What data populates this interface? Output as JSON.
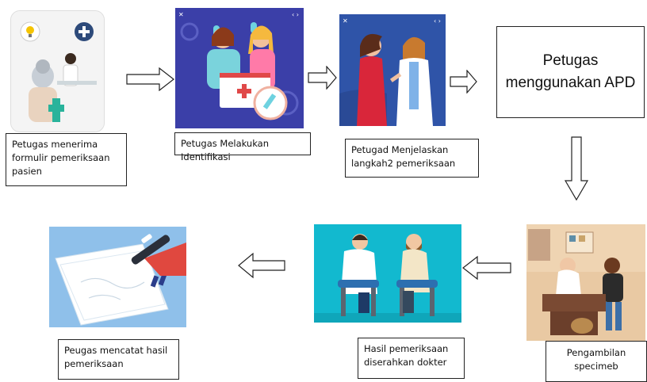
{
  "steps": {
    "s1": {
      "caption": "Petugas menerima formulir pemeriksaan pasien"
    },
    "s2": {
      "caption": "Petugas Melakukan Identifikasi"
    },
    "s3": {
      "caption": "Petugad Menjelaskan langkah2 pemeriksaan"
    },
    "s4": {
      "text": "Petugas menggunakan APD"
    },
    "s5": {
      "caption": "Pengambilan specimeb"
    },
    "s6": {
      "caption": "Hasil pemeriksaan diserahkan dokter"
    },
    "s7": {
      "caption": "Peugas mencatat hasil pemeriksaan"
    }
  },
  "colors": {
    "arrow_stroke": "#222222",
    "card2_bg": "#3b3fa8",
    "card3_bg": "#2f54a8",
    "card6_bg": "#12b9cf",
    "card7_bg": "#8fc0ea",
    "card5_bg": "#e7c39b"
  },
  "icons": [
    "lightbulb-icon",
    "medical-cross-icon",
    "window-control-icons"
  ]
}
